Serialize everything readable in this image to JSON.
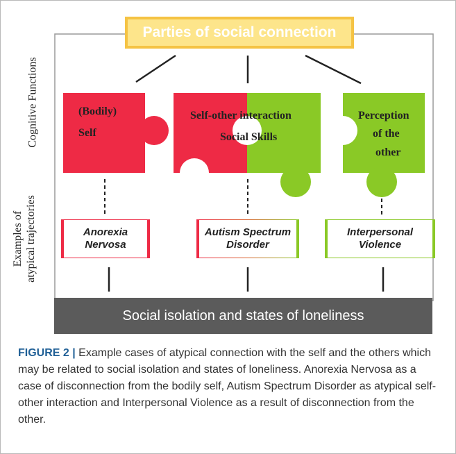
{
  "diagram": {
    "title": "Parties of social connection",
    "side_labels": {
      "cognitive": "Cognitive Functions",
      "examples_line1": "Examples of",
      "examples_line2": "atypical trajectories"
    },
    "pieces": {
      "self_line1": "(Bodily)",
      "self_line2": "Self",
      "interaction_line1": "Self-other interaction",
      "interaction_line2": "Social Skills",
      "other_line1": "Perception",
      "other_line2": "of the",
      "other_line3": "other"
    },
    "cases": [
      {
        "line1": "Anorexia",
        "line2": "Nervosa"
      },
      {
        "line1": "Autism Spectrum",
        "line2": "Disorder"
      },
      {
        "line1": "Interpersonal",
        "line2": "Violence"
      }
    ],
    "bottom": "Social isolation and states of loneliness",
    "colors": {
      "red": "#ee2a45",
      "green": "#8ac926",
      "title_fill": "#fde58b",
      "title_border": "#f5c344",
      "bar": "#5b5b5b"
    }
  },
  "caption": {
    "label": "FIGURE 2 |",
    "text": " Example cases of atypical connection with the self and the others which may be related to social isolation and states of loneliness. Anorexia Nervosa as a case of disconnection from the bodily self, Autism Spectrum Disorder as atypical self-other interaction and Interpersonal Violence as a result of disconnection from the other."
  }
}
